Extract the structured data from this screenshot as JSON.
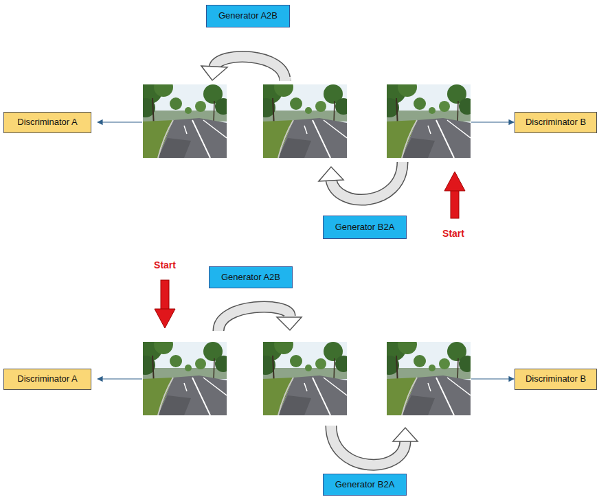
{
  "diagram": {
    "nodes": [
      {
        "text": [
          "Generator A2B"
        ]
      },
      {
        "text": [
          "Discriminator A"
        ]
      },
      {
        "text": [
          "Discriminator B"
        ]
      },
      {
        "text": [
          "Generator B2A"
        ]
      },
      {
        "text": [
          "Generator A2B"
        ]
      },
      {
        "text": [
          "Discriminator A"
        ]
      },
      {
        "text": [
          "Discriminator B"
        ]
      },
      {
        "text": [
          "Generator B2A"
        ]
      }
    ],
    "labels": [
      "Start",
      "Start"
    ]
  }
}
